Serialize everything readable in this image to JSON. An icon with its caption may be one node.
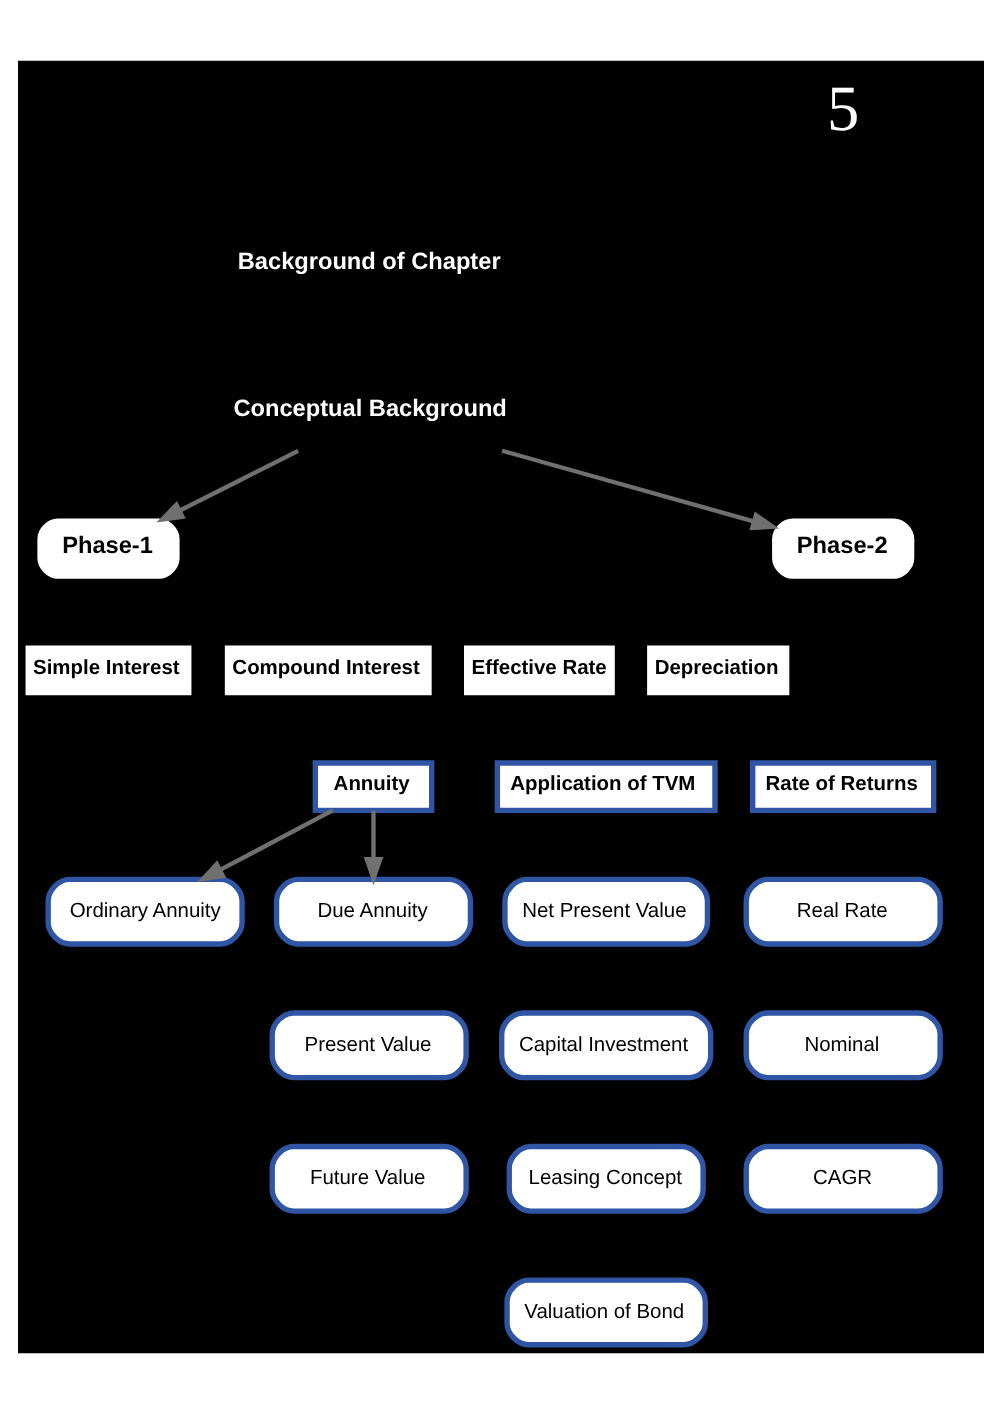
{
  "diagram": {
    "nodes": [
      {
        "text": [
          "Background of Chapter"
        ]
      },
      {
        "text": [
          "Conceptual Background"
        ]
      },
      {
        "text": [
          "Phase-1"
        ]
      },
      {
        "text": [
          "Phase-2"
        ]
      },
      {
        "text": [
          "Simple Interest"
        ]
      },
      {
        "text": [
          "Compound Interest"
        ]
      },
      {
        "text": [
          "Effective Rate"
        ]
      },
      {
        "text": [
          "Depreciation"
        ]
      },
      {
        "text": [
          "Annuity"
        ]
      },
      {
        "text": [
          "Application of TVM"
        ]
      },
      {
        "text": [
          "Rate of Returns"
        ]
      },
      {
        "text": [
          "Ordinary Annuity"
        ]
      },
      {
        "text": [
          "Due Annuity"
        ]
      },
      {
        "text": [
          "Present Value"
        ]
      },
      {
        "text": [
          "Future Value"
        ]
      },
      {
        "text": [
          "Net Present Value"
        ]
      },
      {
        "text": [
          "Capital Investment"
        ]
      },
      {
        "text": [
          "Leasing Concept"
        ]
      },
      {
        "text": [
          "Valuation of Bond"
        ]
      },
      {
        "text": [
          "Real Rate"
        ]
      },
      {
        "text": [
          "Nominal"
        ]
      },
      {
        "text": [
          "CAGR"
        ]
      }
    ],
    "edges": [
      {
        "from": 1,
        "to": 2,
        "arrow": "to"
      },
      {
        "from": 1,
        "to": 3,
        "arrow": "to"
      },
      {
        "from": 8,
        "to": 11,
        "arrow": "to"
      },
      {
        "from": 8,
        "to": 12,
        "arrow": "to"
      }
    ],
    "labels": [
      "5"
    ]
  }
}
